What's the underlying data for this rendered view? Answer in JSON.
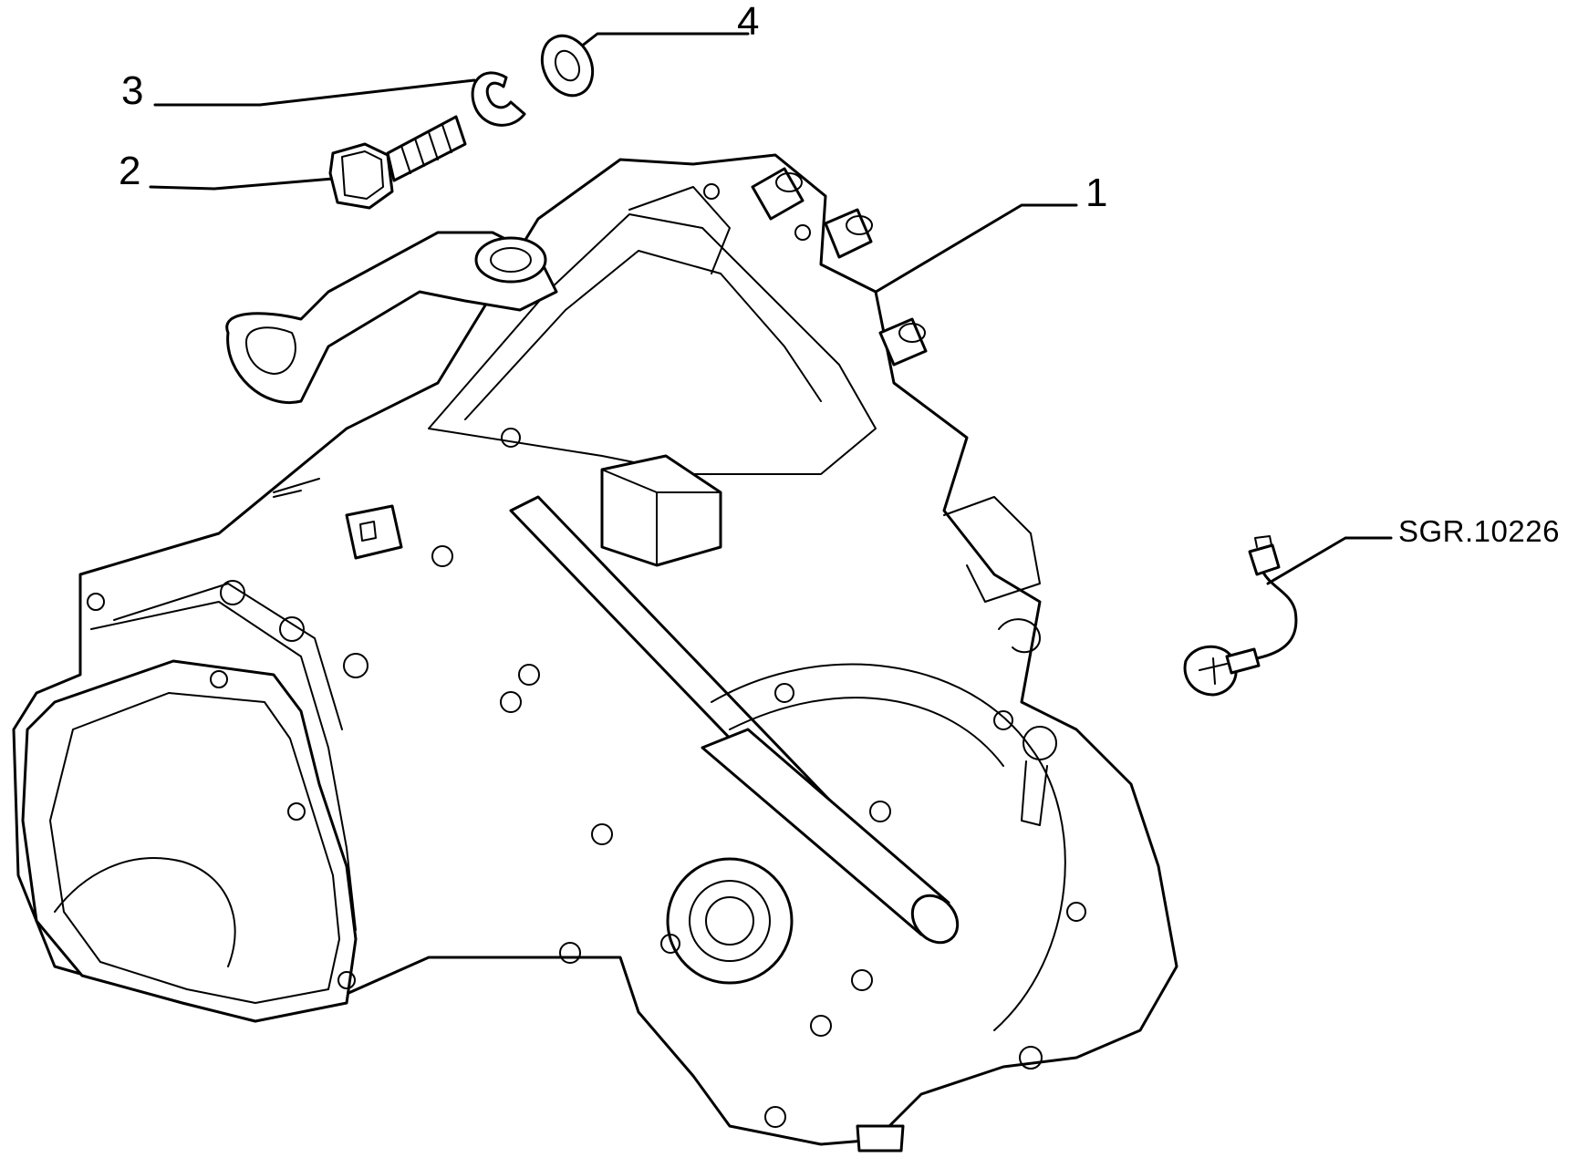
{
  "diagram": {
    "callouts": [
      {
        "id": "1",
        "text": "1"
      },
      {
        "id": "2",
        "text": "2"
      },
      {
        "id": "3",
        "text": "3"
      },
      {
        "id": "4",
        "text": "4"
      },
      {
        "id": "ref",
        "text": "SGR.10226"
      }
    ],
    "colors": {
      "line": "#000000",
      "background": "#ffffff"
    }
  }
}
